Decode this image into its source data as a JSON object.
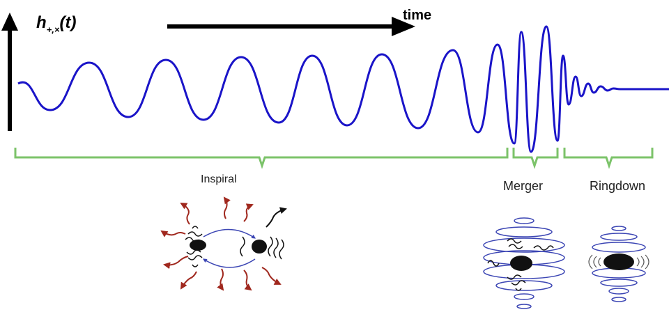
{
  "axis": {
    "y_label_main": "h",
    "y_label_sub": "+,×",
    "y_label_arg": "(t)",
    "x_label": "time"
  },
  "phases": {
    "inspiral": "Inspiral",
    "merger": "Merger",
    "ringdown": "Ringdown"
  },
  "colors": {
    "waveform": "#1a14c8",
    "bracket": "#7cc36a",
    "emission": "#a0281e",
    "orbit": "#3c46b4",
    "body": "#111111"
  },
  "icons": {
    "inspiral": "binary-orbit-icon",
    "merger": "merging-bodies-icon",
    "ringdown": "ringing-body-icon"
  }
}
